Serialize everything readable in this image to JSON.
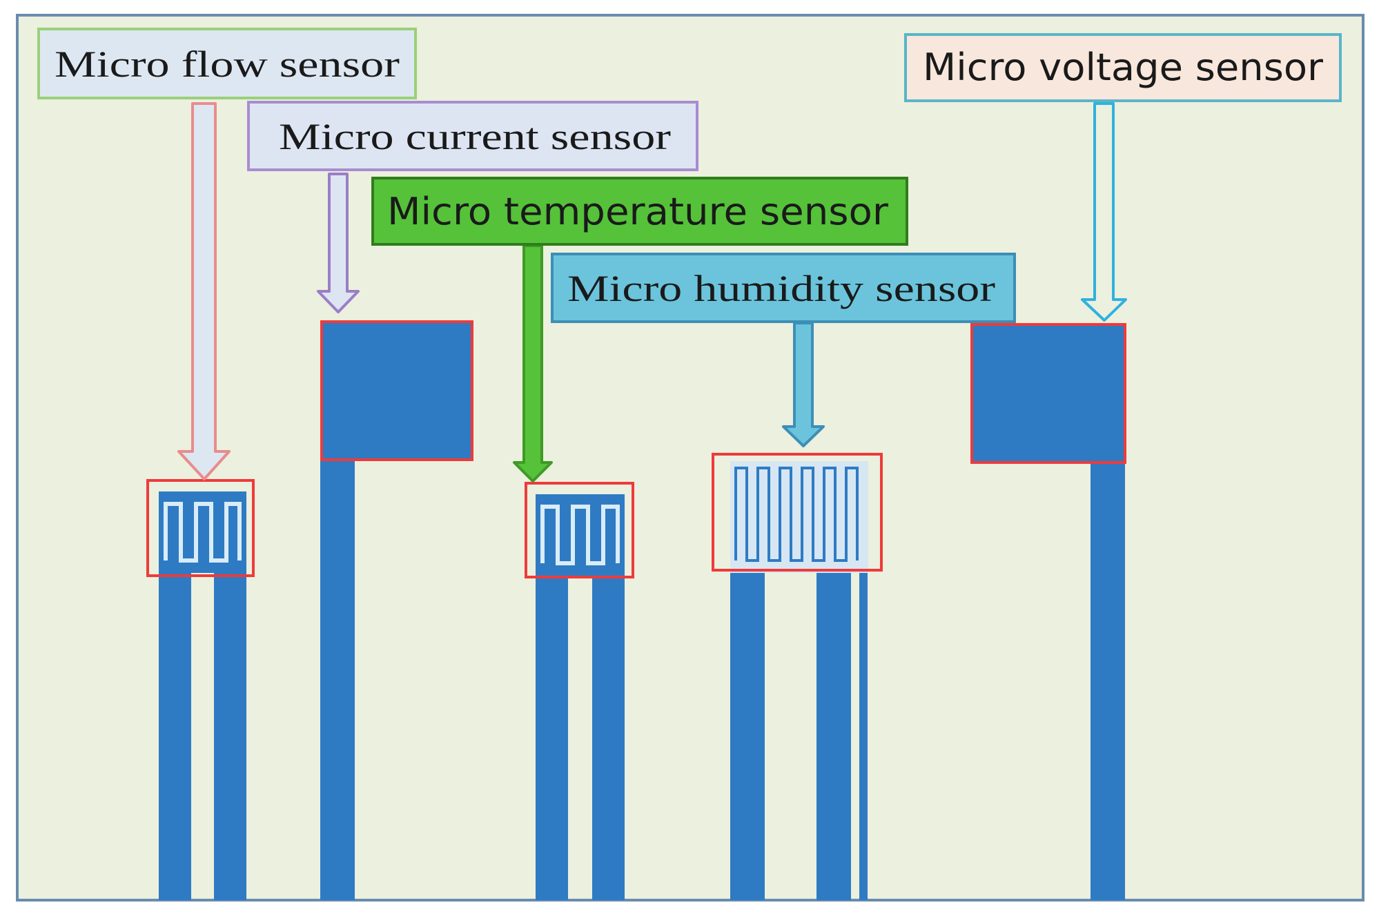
{
  "labels": {
    "flow": "Micro flow sensor",
    "current": "Micro current sensor",
    "temperature": "Micro temperature sensor",
    "humidity": "Micro humidity sensor",
    "voltage": "Micro voltage sensor"
  },
  "colors": {
    "background": "#ecf0de",
    "frame": "#6a8cae",
    "trace": "#2e7bc4",
    "highlight": "#ee3b3b",
    "flow_box_border": "#9ad07a",
    "flow_box_fill": "#dde7f2",
    "flow_arrow": "#e88c8c",
    "current_box_border": "#a98bd2",
    "current_box_fill": "#dde5f3",
    "current_arrow": "#9b7ec6",
    "temperature_fill": "#55c23a",
    "temperature_arrow": "#3f9a26",
    "humidity_fill": "#6bc4dc",
    "humidity_arrow": "#3d8fb8",
    "voltage_box_border": "#58b5c9",
    "voltage_box_fill": "#f8e7dc",
    "voltage_arrow": "#2fb2de"
  }
}
